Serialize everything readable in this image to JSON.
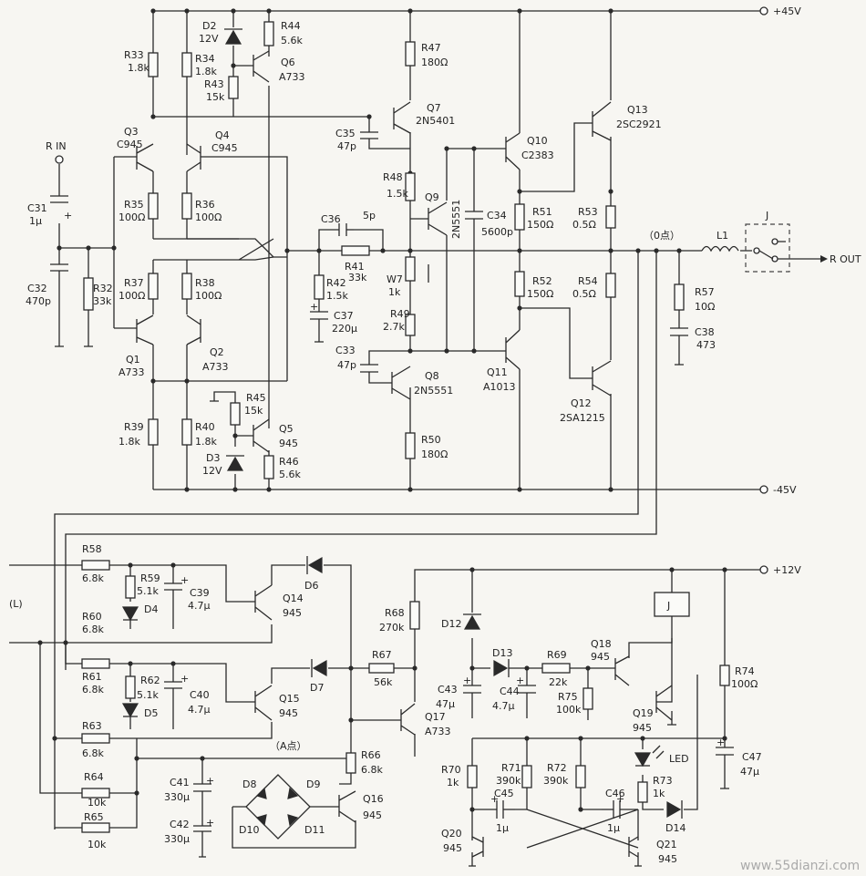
{
  "rails": {
    "pos45": "+45V",
    "neg45": "-45V",
    "pos12": "+12V"
  },
  "io": {
    "input": "R IN",
    "output": "R OUT",
    "left_channel": "(L)",
    "zero_point": "（0点）",
    "a_point": "（A点）",
    "relay_box": "J",
    "relay_coil": "J"
  },
  "components": [
    {
      "ref": "R33",
      "value": "1.8k"
    },
    {
      "ref": "D2",
      "value": "12V"
    },
    {
      "ref": "R34",
      "value": "1.8k"
    },
    {
      "ref": "R43",
      "value": "15k"
    },
    {
      "ref": "R44",
      "value": "5.6k"
    },
    {
      "ref": "Q6",
      "value": "A733"
    },
    {
      "ref": "R47",
      "value": "180Ω"
    },
    {
      "ref": "Q7",
      "value": "2N5401"
    },
    {
      "ref": "Q13",
      "value": "2SC2921"
    },
    {
      "ref": "Q3",
      "value": "C945"
    },
    {
      "ref": "Q4",
      "value": "C945"
    },
    {
      "ref": "C35",
      "value": "47p"
    },
    {
      "ref": "Q10",
      "value": "C2383"
    },
    {
      "ref": "C31",
      "value": "1μ"
    },
    {
      "ref": "R35",
      "value": "100Ω"
    },
    {
      "ref": "R36",
      "value": "100Ω"
    },
    {
      "ref": "R48",
      "value": "1.5k"
    },
    {
      "ref": "Q9",
      "value": "2N5551"
    },
    {
      "ref": "C34",
      "value": "5600p"
    },
    {
      "ref": "R51",
      "value": "150Ω"
    },
    {
      "ref": "R53",
      "value": "0.5Ω"
    },
    {
      "ref": "C36",
      "value": "5p"
    },
    {
      "ref": "R41",
      "value": "33k"
    },
    {
      "ref": "L1",
      "value": ""
    },
    {
      "ref": "C32",
      "value": "470p"
    },
    {
      "ref": "R32",
      "value": "33k"
    },
    {
      "ref": "R37",
      "value": "100Ω"
    },
    {
      "ref": "R38",
      "value": "100Ω"
    },
    {
      "ref": "R42",
      "value": "1.5k"
    },
    {
      "ref": "W7",
      "value": "1k"
    },
    {
      "ref": "R52",
      "value": "150Ω"
    },
    {
      "ref": "R54",
      "value": "0.5Ω"
    },
    {
      "ref": "R57",
      "value": "10Ω"
    },
    {
      "ref": "C37",
      "value": "220μ"
    },
    {
      "ref": "R49",
      "value": "2.7k"
    },
    {
      "ref": "C38",
      "value": "473"
    },
    {
      "ref": "Q1",
      "value": "A733"
    },
    {
      "ref": "Q2",
      "value": "A733"
    },
    {
      "ref": "C33",
      "value": "47p"
    },
    {
      "ref": "Q11",
      "value": "A1013"
    },
    {
      "ref": "Q8",
      "value": "2N5551"
    },
    {
      "ref": "Q12",
      "value": "2SA1215"
    },
    {
      "ref": "R45",
      "value": "15k"
    },
    {
      "ref": "R39",
      "value": "1.8k"
    },
    {
      "ref": "R40",
      "value": "1.8k"
    },
    {
      "ref": "Q5",
      "value": "945"
    },
    {
      "ref": "R50",
      "value": "180Ω"
    },
    {
      "ref": "D3",
      "value": "12V"
    },
    {
      "ref": "R46",
      "value": "5.6k"
    },
    {
      "ref": "R58",
      "value": "6.8k"
    },
    {
      "ref": "R59",
      "value": "5.1k"
    },
    {
      "ref": "C39",
      "value": "4.7μ"
    },
    {
      "ref": "D4",
      "value": ""
    },
    {
      "ref": "Q14",
      "value": "945"
    },
    {
      "ref": "D6",
      "value": ""
    },
    {
      "ref": "R60",
      "value": "6.8k"
    },
    {
      "ref": "R68",
      "value": "270k"
    },
    {
      "ref": "D12",
      "value": ""
    },
    {
      "ref": "R61",
      "value": "6.8k"
    },
    {
      "ref": "R62",
      "value": "5.1k"
    },
    {
      "ref": "C40",
      "value": "4.7μ"
    },
    {
      "ref": "D5",
      "value": ""
    },
    {
      "ref": "D7",
      "value": ""
    },
    {
      "ref": "R67",
      "value": "56k"
    },
    {
      "ref": "D13",
      "value": ""
    },
    {
      "ref": "R69",
      "value": "22k"
    },
    {
      "ref": "Q18",
      "value": "945"
    },
    {
      "ref": "Q15",
      "value": "945"
    },
    {
      "ref": "C43",
      "value": "47μ"
    },
    {
      "ref": "C44",
      "value": "4.7μ"
    },
    {
      "ref": "R75",
      "value": "100k"
    },
    {
      "ref": "R74",
      "value": "100Ω"
    },
    {
      "ref": "R63",
      "value": "6.8k"
    },
    {
      "ref": "Q17",
      "value": "A733"
    },
    {
      "ref": "Q19",
      "value": "945"
    },
    {
      "ref": "R66",
      "value": "6.8k"
    },
    {
      "ref": "LED",
      "value": ""
    },
    {
      "ref": "C47",
      "value": "47μ"
    },
    {
      "ref": "C41",
      "value": "330μ"
    },
    {
      "ref": "R64",
      "value": "10k"
    },
    {
      "ref": "D8",
      "value": ""
    },
    {
      "ref": "D9",
      "value": ""
    },
    {
      "ref": "Q16",
      "value": "945"
    },
    {
      "ref": "R70",
      "value": "1k"
    },
    {
      "ref": "R71",
      "value": "390k"
    },
    {
      "ref": "R72",
      "value": "390k"
    },
    {
      "ref": "R73",
      "value": "1k"
    },
    {
      "ref": "C45",
      "value": "1μ"
    },
    {
      "ref": "C46",
      "value": "1μ"
    },
    {
      "ref": "D14",
      "value": ""
    },
    {
      "ref": "C42",
      "value": "330μ"
    },
    {
      "ref": "D10",
      "value": ""
    },
    {
      "ref": "D11",
      "value": ""
    },
    {
      "ref": "R65",
      "value": "10k"
    },
    {
      "ref": "Q20",
      "value": "945"
    },
    {
      "ref": "Q21",
      "value": "945"
    }
  ],
  "watermark": "www.55dianzi.com"
}
